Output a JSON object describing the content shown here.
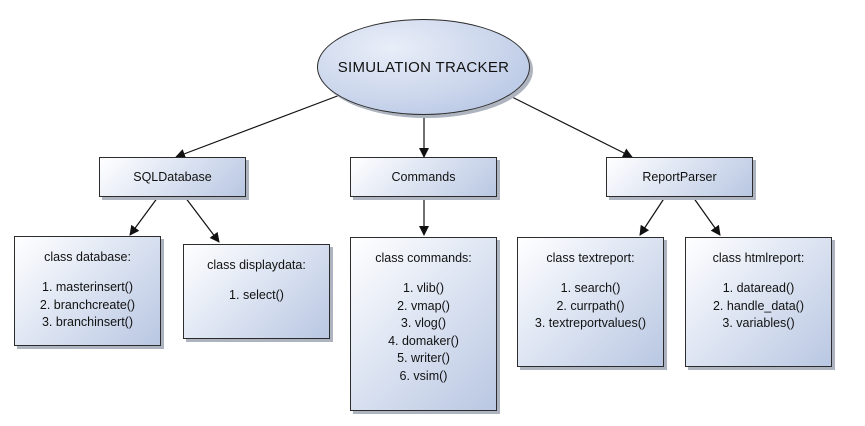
{
  "diagram": {
    "root": {
      "label": "SIMULATION TRACKER"
    },
    "modules": {
      "sql": {
        "label": "SQLDatabase"
      },
      "commands": {
        "label": "Commands"
      },
      "report": {
        "label": "ReportParser"
      }
    },
    "classes": {
      "database": {
        "title": "class database:",
        "methods": [
          "1. masterinsert()",
          "2. branchcreate()",
          "3. branchinsert()"
        ]
      },
      "displaydata": {
        "title": "class displaydata:",
        "methods": [
          "1. select()"
        ]
      },
      "commands": {
        "title": "class commands:",
        "methods": [
          "1. vlib()",
          "2. vmap()",
          "3. vlog()",
          "4. domaker()",
          "5. writer()",
          "6. vsim()"
        ]
      },
      "textreport": {
        "title": "class textreport:",
        "methods": [
          "1. search()",
          "2. currpath()",
          "3. textreportvalues()"
        ]
      },
      "htmlreport": {
        "title": "class htmlreport:",
        "methods": [
          "1. dataread()",
          "2. handle_data()",
          "3. variables()"
        ]
      }
    }
  }
}
